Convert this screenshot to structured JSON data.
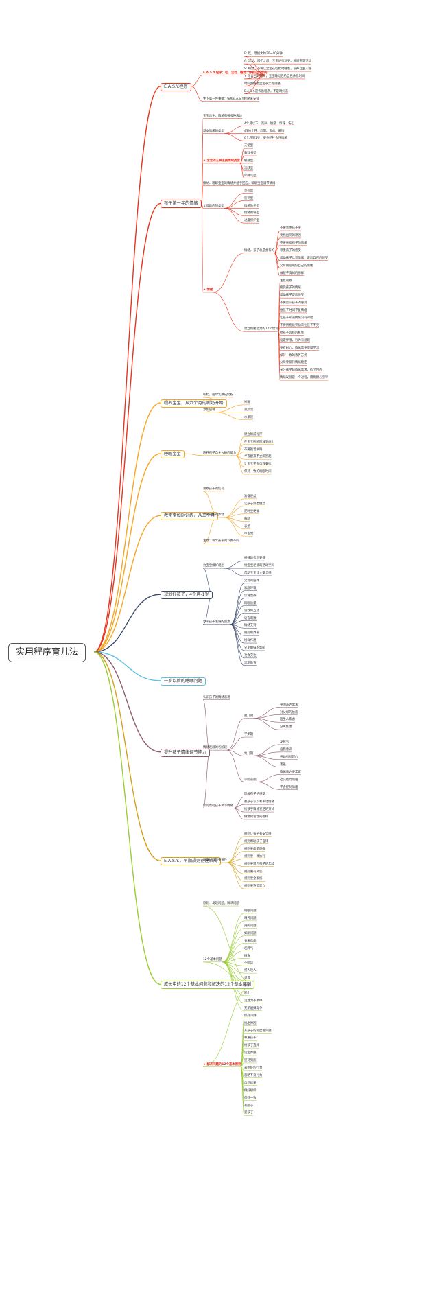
{
  "root": {
    "label": "实用程序育儿法"
  },
  "branches": [
    {
      "label": "E.A.S.Y.程序",
      "color": "#e8341c",
      "children": [
        {
          "label": "E.A.S.Y.程序：吃、活动、睡觉、你自己的时间",
          "red": true,
          "children": [
            {
              "label": "E: 吃，喂奶大约20~40分钟"
            },
            {
              "label": "A: 活动，喂奶之后，宝宝进行玩耍、换尿布等活动"
            },
            {
              "label": "S: 睡觉，不要让宝宝在吃奶时睡着，培养自主入睡"
            },
            {
              "label": "Y: 你自己的时间，宝宝睡觉后给自己休息时间"
            },
            {
              "label": "时间会随着宝宝长大而调整"
            },
            {
              "label": "E.A.S.Y.是作息程序，不是时间表"
            }
          ]
        },
        {
          "label": "生下第一件事情：按照E.A.S.Y.程序来安排",
          "children": []
        }
      ]
    },
    {
      "label": "孩子第一年的情绪",
      "color": "#e8341c",
      "children": [
        {
          "label": "宝宝出生，情绪有很多种表达",
          "children": []
        },
        {
          "label": "基本情绪的类型",
          "children": [
            {
              "label": "4个月以下：高兴、愤怒、惊讶、伤心"
            },
            {
              "label": "4到6个月：恐惧、焦虑、羞怯"
            },
            {
              "label": "6个月到1岁：更多的社会性情绪"
            }
          ]
        },
        {
          "label": "★ 宝宝的五种主要情绪类型",
          "red": true,
          "children": [
            {
              "label": "天使型"
            },
            {
              "label": "教科书型"
            },
            {
              "label": "敏感型"
            },
            {
              "label": "活跃型"
            },
            {
              "label": "坏脾气型"
            }
          ]
        },
        {
          "label": "接纳、理解宝宝的情绪并给予回应，帮助宝宝调节情绪",
          "children": []
        },
        {
          "label": "父母的应对类型",
          "children": [
            {
              "label": "忽视型"
            },
            {
              "label": "惩罚型"
            },
            {
              "label": "情绪放任型"
            },
            {
              "label": "情绪教导型"
            },
            {
              "label": "过度保护型"
            }
          ]
        },
        {
          "label": "★ 情绪",
          "red": true,
          "children": [
            {
              "label": "情绪，孩子总是会有的",
              "children": [
                {
                  "label": "不要害怕孩子哭"
                },
                {
                  "label": "要找出哭的原因"
                },
                {
                  "label": "不要压抑孩子的情绪"
                },
                {
                  "label": "尊重孩子的感受"
                },
                {
                  "label": "帮助孩子认识情绪，说出自己的感受"
                },
                {
                  "label": "父母要控制好自己的情绪"
                },
                {
                  "label": "做孩子情绪的榜样"
                }
              ]
            },
            {
              "label": "建立情绪智力的12个建议",
              "children": [
                {
                  "label": "注意观察"
                },
                {
                  "label": "接受孩子的情绪"
                },
                {
                  "label": "帮助孩子说出感受"
                },
                {
                  "label": "不要否认孩子的感受"
                },
                {
                  "label": "给孩子时间平复情绪"
                },
                {
                  "label": "让孩子知道情绪没有对错"
                },
                {
                  "label": "不要用物质奖励来让孩子不哭"
                },
                {
                  "label": "给孩子选择的机会"
                },
                {
                  "label": "设定界限，行为有规则"
                },
                {
                  "label": "要有耐心，情绪需要慢慢学习"
                },
                {
                  "label": "保持一致的教养方式"
                },
                {
                  "label": "父母要保持情绪稳定"
                },
                {
                  "label": "关注孩子的情绪需求，给予回应"
                },
                {
                  "label": "情绪发展是一个过程，需要耐心引导"
                }
              ]
            }
          ]
        }
      ]
    },
    {
      "label": "喂养宝宝，从六个月的断奶开始",
      "color": "#f5a623",
      "children": [
        {
          "label": "断奶，把母乳换成奶粉",
          "children": []
        },
        {
          "label": "添加辅食",
          "children": [
            {
              "label": "米糊"
            },
            {
              "label": "蔬菜泥"
            },
            {
              "label": "水果泥"
            }
          ]
        }
      ]
    },
    {
      "label": "睡眠宝宝",
      "color": "#f5a623",
      "children": [
        {
          "label": "培养孩子自主入睡的能力",
          "children": [
            {
              "label": "建立睡前程序"
            },
            {
              "label": "在宝宝困倦时放到床上"
            },
            {
              "label": "不要抱着哄睡"
            },
            {
              "label": "半夜醒来不立即抱起"
            },
            {
              "label": "让宝宝学会自我安抚"
            },
            {
              "label": "保持一致的睡眠时间"
            }
          ]
        }
      ]
    },
    {
      "label": "教宝宝如厕训练，从三个月",
      "color": "#f5a623",
      "children": [
        {
          "label": "观察孩子的信号",
          "children": []
        },
        {
          "label": "如厕训练的步骤",
          "children": [
            {
              "label": "准备便盆"
            },
            {
              "label": "让孩子熟悉便盆"
            },
            {
              "label": "定时坐便盆"
            },
            {
              "label": "鼓励"
            },
            {
              "label": "表扬"
            },
            {
              "label": "不责骂"
            }
          ]
        },
        {
          "label": "注意：每个孩子的节奏不同",
          "children": []
        }
      ]
    },
    {
      "label": "规划好孩子，4个月-1岁",
      "color": "#3a4a6b",
      "children": [
        {
          "label": "为宝宝做好规划",
          "children": [
            {
              "label": "规律的作息安排"
            },
            {
              "label": "给宝宝足够的活动空间"
            },
            {
              "label": "帮助宝宝建立安全感"
            }
          ]
        },
        {
          "label": "影响孩子发展的因素",
          "children": [
            {
              "label": "父母的陪伴"
            },
            {
              "label": "家庭环境"
            },
            {
              "label": "饮食营养"
            },
            {
              "label": "睡眠质量"
            },
            {
              "label": "游戏和互动"
            },
            {
              "label": "语言刺激"
            },
            {
              "label": "情绪支持"
            },
            {
              "label": "规则和界限"
            },
            {
              "label": "榜样作用"
            },
            {
              "label": "兄弟姐妹的影响"
            },
            {
              "label": "社会交往"
            },
            {
              "label": "早期教育"
            }
          ]
        }
      ]
    },
    {
      "label": "一岁以后的睡眠问题",
      "color": "#5bc0de",
      "children": []
    },
    {
      "label": "提升孩子情绪调节能力",
      "color": "#8b5a6b",
      "children": [
        {
          "label": "认识孩子的情绪表现",
          "children": []
        },
        {
          "label": "情绪发展的各阶段",
          "children": [
            {
              "label": "婴儿期",
              "children": [
                {
                  "label": "哭闹表达需求"
                },
                {
                  "label": "对父母的依恋"
                },
                {
                  "label": "陌生人焦虑"
                },
                {
                  "label": "分离焦虑"
                }
              ]
            },
            {
              "label": "学步期",
              "children": []
            },
            {
              "label": "幼儿期",
              "children": [
                {
                  "label": "发脾气"
                },
                {
                  "label": "自我意识"
                },
                {
                  "label": "开始有同理心"
                },
                {
                  "label": "害羞"
                }
              ]
            },
            {
              "label": "学龄前期",
              "children": [
                {
                  "label": "情绪表达更丰富"
                },
                {
                  "label": "社交能力增强"
                },
                {
                  "label": "学会控制情绪"
                }
              ]
            }
          ]
        },
        {
          "label": "如何帮助孩子调节情绪",
          "children": [
            {
              "label": "理解孩子的感受"
            },
            {
              "label": "教孩子认识和表达情绪"
            },
            {
              "label": "给孩子情绪宣泄的方式"
            },
            {
              "label": "做情绪管理的榜样"
            }
          ]
        }
      ]
    },
    {
      "label": "E.A.S.Y.，早期规则创建家规",
      "color": "#d4a017",
      "children": [
        {
          "label": "早期规则的重要性",
          "children": [
            {
              "label": "规则让孩子有安全感"
            },
            {
              "label": "规则帮助孩子自律"
            },
            {
              "label": "规则要简单明确"
            },
            {
              "label": "规则要一致执行"
            },
            {
              "label": "规则要适合孩子的年龄"
            },
            {
              "label": "规则要有奖惩"
            },
            {
              "label": "规则要全家统一"
            },
            {
              "label": "规则要逐步建立"
            }
          ]
        }
      ]
    },
    {
      "label": "成长中的12个基本问题和解决的12个基本原则",
      "color": "#9acd32",
      "children": [
        {
          "label": "原则：发现问题，解决问题",
          "children": []
        },
        {
          "label": "12个基本问题",
          "children": [
            {
              "label": "睡眠问题"
            },
            {
              "label": "喂养问题"
            },
            {
              "label": "哭闹问题"
            },
            {
              "label": "如厕问题"
            },
            {
              "label": "分离焦虑"
            },
            {
              "label": "发脾气"
            },
            {
              "label": "挑食"
            },
            {
              "label": "不听话"
            },
            {
              "label": "打人咬人"
            },
            {
              "label": "说谎"
            },
            {
              "label": "依赖"
            },
            {
              "label": "胆小"
            },
            {
              "label": "注意力不集中"
            },
            {
              "label": "兄弟姐妹竞争"
            }
          ]
        },
        {
          "label": "★ 解决问题的12个基本原则",
          "red": true,
          "children": [
            {
              "label": "保持冷静"
            },
            {
              "label": "找出原因"
            },
            {
              "label": "从孩子的角度看问题"
            },
            {
              "label": "尊重孩子"
            },
            {
              "label": "给孩子选择"
            },
            {
              "label": "设定界限"
            },
            {
              "label": "坚持到底"
            },
            {
              "label": "表扬好的行为"
            },
            {
              "label": "忽略不良行为"
            },
            {
              "label": "自然结果"
            },
            {
              "label": "做好榜样"
            },
            {
              "label": "保持一致"
            },
            {
              "label": "有耐心"
            },
            {
              "label": "爱孩子"
            }
          ]
        }
      ]
    }
  ]
}
